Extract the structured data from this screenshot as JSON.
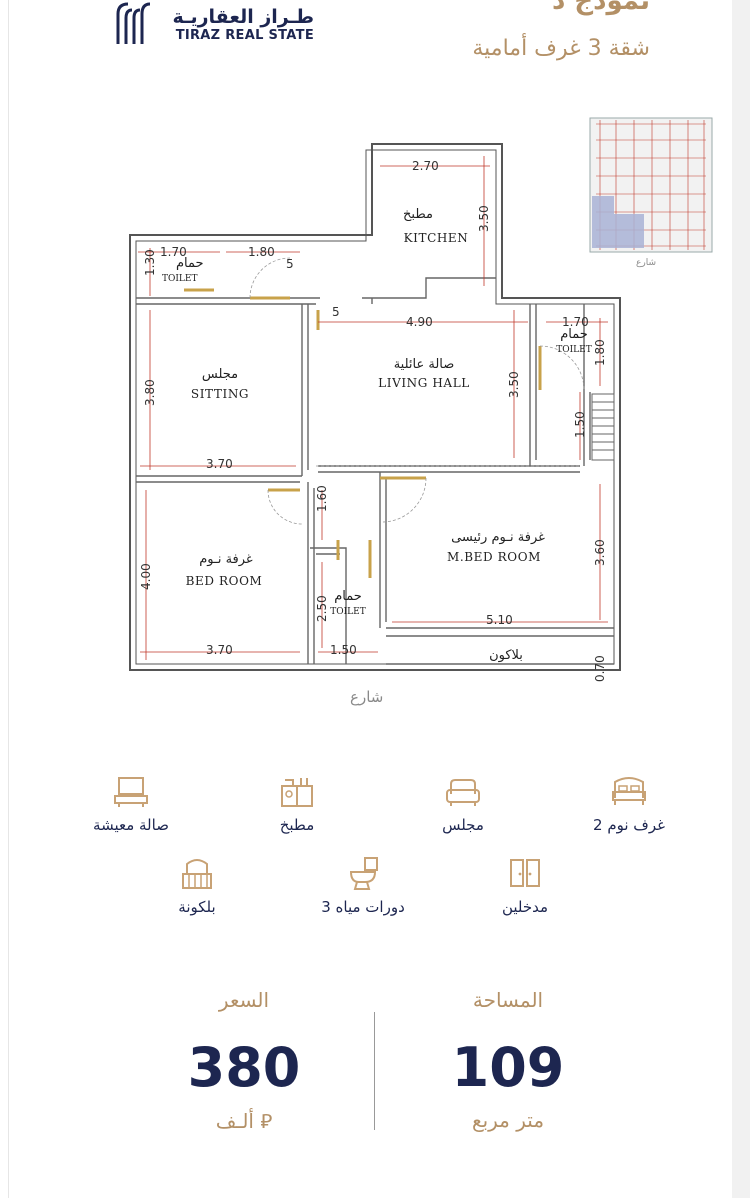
{
  "header": {
    "logo_ar": "طـراز العقاريـة",
    "logo_en": "TIRAZ REAL STATE",
    "title": "نموذج د",
    "subtitle": "شقة 3 غرف أمامية"
  },
  "plan": {
    "rooms": {
      "kitchen_ar": "مطبخ",
      "kitchen_en": "KITCHEN",
      "living_ar": "صالة عائلية",
      "living_en": "LIVING  HALL",
      "sitting_ar": "مجلس",
      "sitting_en": "SITTING",
      "bed_ar": "غرفة نـوم",
      "bed_en": "BED ROOM",
      "mbed_ar": "غرفة نـوم رئيسى",
      "mbed_en": "M.BED ROOM",
      "toilet_ar": "حمام",
      "toilet_en": "TOILET",
      "balcony_ar": "بلاكون"
    },
    "dims": {
      "k_w": "2.70",
      "k_h": "3.50",
      "t1_w": "1.70",
      "t1_h": "1.30",
      "corr": "1.80",
      "door": "5",
      "lh_w": "4.90",
      "lh_h": "3.50",
      "lh_door": "5",
      "t2_w": "1.70",
      "t2_h": "1.80",
      "stair": "1.50",
      "s_w": "3.70",
      "s_h": "3.80",
      "pass": "1.60",
      "b_w": "3.70",
      "b_h": "4.00",
      "t3_w": "1.50",
      "t3_h": "2.50",
      "mb_w": "5.10",
      "mb_h": "3.60",
      "bal_h": "0.70"
    },
    "street": "شارع",
    "mini_street": "شارع"
  },
  "features": [
    {
      "label": "صالة معيشة",
      "icon": "tv-icon"
    },
    {
      "label": "مطبخ",
      "icon": "kitchen-icon"
    },
    {
      "label": "مجلس",
      "icon": "sofa-icon"
    },
    {
      "label": "2 غرف نوم",
      "icon": "bed-icon"
    },
    {
      "label": "بلكونة",
      "icon": "balcony-icon"
    },
    {
      "label": "3 دورات مياه",
      "icon": "toilet-icon"
    },
    {
      "label": "مدخلين",
      "icon": "door-icon"
    }
  ],
  "stats": {
    "price_label": "السعر",
    "price_value": "380",
    "price_unit": "ألـف ⃁",
    "area_label": "المساحة",
    "area_value": "109",
    "area_unit": "متر مربع"
  },
  "colors": {
    "gold": "#b39066",
    "navy": "#1d2650"
  }
}
